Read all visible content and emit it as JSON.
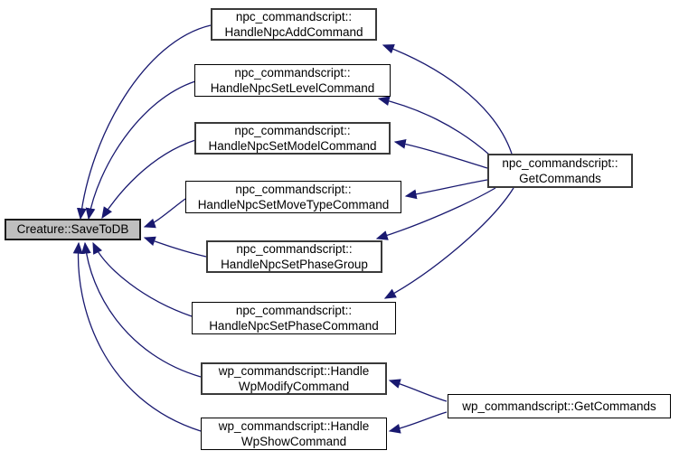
{
  "diagram": {
    "type": "call-graph",
    "colors": {
      "edge": "#191970",
      "node_fill": "#ffffff",
      "root_fill": "#bfbfbf",
      "node_border": "#000000"
    },
    "root": {
      "label": "Creature::SaveToDB"
    },
    "nodes": {
      "add": {
        "l1": "npc_commandscript::",
        "l2": "HandleNpcAddCommand"
      },
      "setlevel": {
        "l1": "npc_commandscript::",
        "l2": "HandleNpcSetLevelCommand"
      },
      "setmodel": {
        "l1": "npc_commandscript::",
        "l2": "HandleNpcSetModelCommand"
      },
      "setmovetype": {
        "l1": "npc_commandscript::",
        "l2": "HandleNpcSetMoveTypeCommand"
      },
      "setphasegroup": {
        "l1": "npc_commandscript::",
        "l2": "HandleNpcSetPhaseGroup"
      },
      "setphase": {
        "l1": "npc_commandscript::",
        "l2": "HandleNpcSetPhaseCommand"
      },
      "wpmodify": {
        "l1": "wp_commandscript::Handle",
        "l2": "WpModifyCommand"
      },
      "wpshow": {
        "l1": "wp_commandscript::Handle",
        "l2": "WpShowCommand"
      },
      "npcgetcmds": {
        "l1": "npc_commandscript::",
        "l2": "GetCommands"
      },
      "wpgetcmds": {
        "label": "wp_commandscript::GetCommands"
      }
    },
    "edges": [
      "HandleNpcAddCommand -> Creature::SaveToDB",
      "HandleNpcSetLevelCommand -> Creature::SaveToDB",
      "HandleNpcSetModelCommand -> Creature::SaveToDB",
      "HandleNpcSetMoveTypeCommand -> Creature::SaveToDB",
      "HandleNpcSetPhaseGroup -> Creature::SaveToDB",
      "HandleNpcSetPhaseCommand -> Creature::SaveToDB",
      "HandleWpModifyCommand -> Creature::SaveToDB",
      "HandleWpShowCommand -> Creature::SaveToDB",
      "npc_commandscript::GetCommands -> HandleNpcAddCommand",
      "npc_commandscript::GetCommands -> HandleNpcSetLevelCommand",
      "npc_commandscript::GetCommands -> HandleNpcSetModelCommand",
      "npc_commandscript::GetCommands -> HandleNpcSetMoveTypeCommand",
      "npc_commandscript::GetCommands -> HandleNpcSetPhaseGroup",
      "npc_commandscript::GetCommands -> HandleNpcSetPhaseCommand",
      "wp_commandscript::GetCommands -> HandleWpModifyCommand",
      "wp_commandscript::GetCommands -> HandleWpShowCommand"
    ]
  }
}
